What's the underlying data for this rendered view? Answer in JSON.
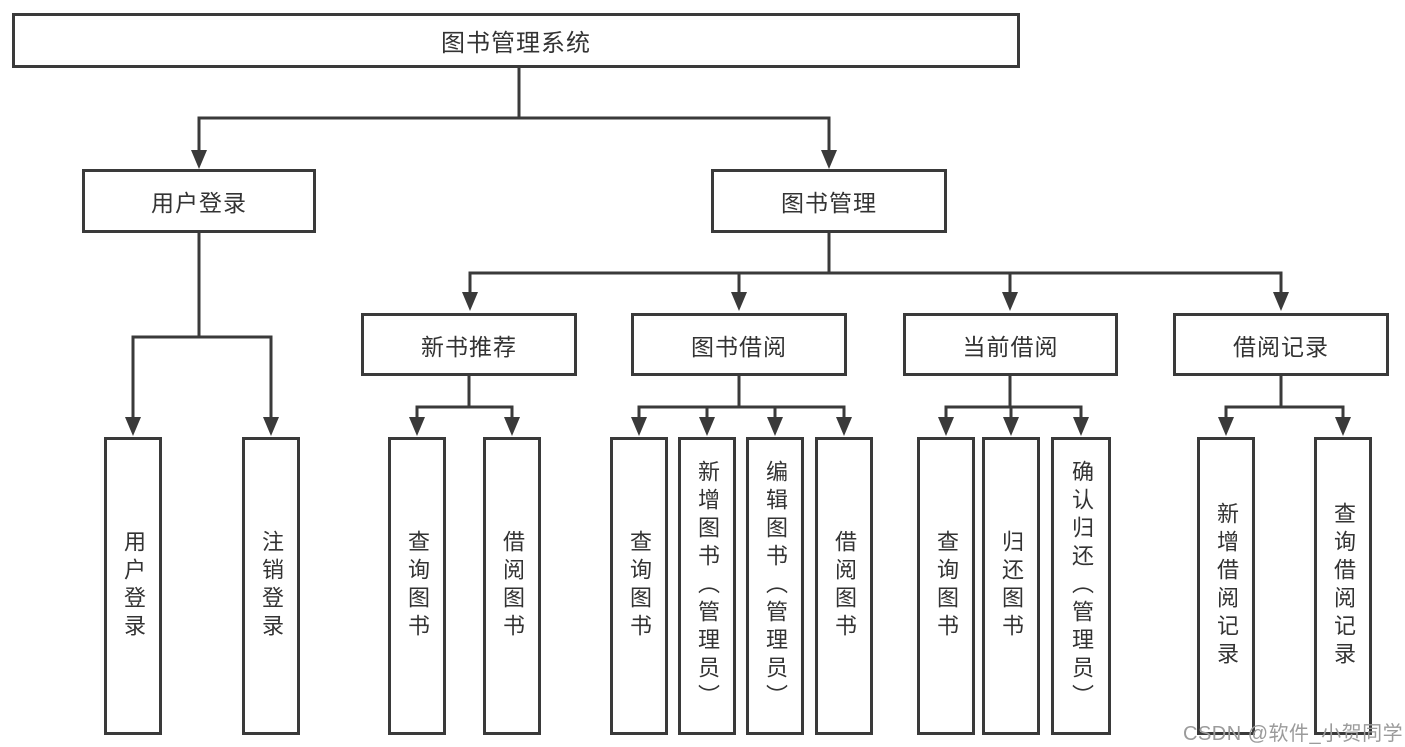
{
  "nodes": {
    "root": "图书管理系统",
    "user_login": "用户登录",
    "book_mgmt": "图书管理",
    "new_book_rec": "新书推荐",
    "book_borrow": "图书借阅",
    "current_borrow": "当前借阅",
    "borrow_record": "借阅记录"
  },
  "leaves": {
    "user_login": [
      "用户登录",
      "注销登录"
    ],
    "new_book_rec": [
      "查询图书",
      "借阅图书"
    ],
    "book_borrow": [
      "查询图书",
      "新增图书（管理员）",
      "编辑图书（管理员）",
      "借阅图书"
    ],
    "current_borrow": [
      "查询图书",
      "归还图书",
      "确认归还（管理员）"
    ],
    "borrow_record": [
      "新增借阅记录",
      "查询借阅记录"
    ]
  },
  "watermark": "CSDN @软件_小贺同学",
  "colors": {
    "line": "#3a3a3a",
    "text": "#333333",
    "background": "#ffffff",
    "watermark": "#9b9b9b"
  }
}
